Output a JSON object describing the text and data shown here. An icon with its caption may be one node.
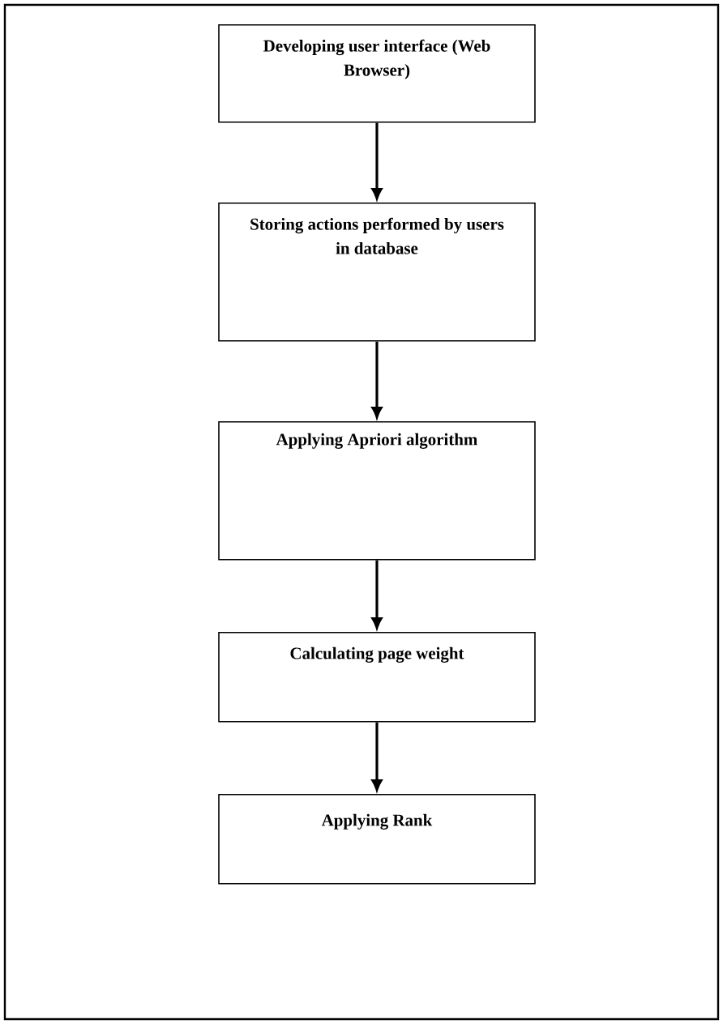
{
  "diagram": {
    "nodes": [
      {
        "text": [
          "Developing user interface (Web Browser)"
        ]
      },
      {
        "text": [
          "Storing actions performed by users in database"
        ]
      },
      {
        "text": [
          "Applying Apriori algorithm"
        ]
      },
      {
        "text": [
          "Calculating page weight"
        ]
      },
      {
        "text": [
          "Applying Rank"
        ]
      }
    ],
    "edges": [
      {
        "from": 0,
        "to": 1,
        "arrow": "to"
      },
      {
        "from": 1,
        "to": 2,
        "arrow": "to"
      },
      {
        "from": 2,
        "to": 3,
        "arrow": "to"
      },
      {
        "from": 3,
        "to": 4,
        "arrow": "to"
      }
    ]
  }
}
